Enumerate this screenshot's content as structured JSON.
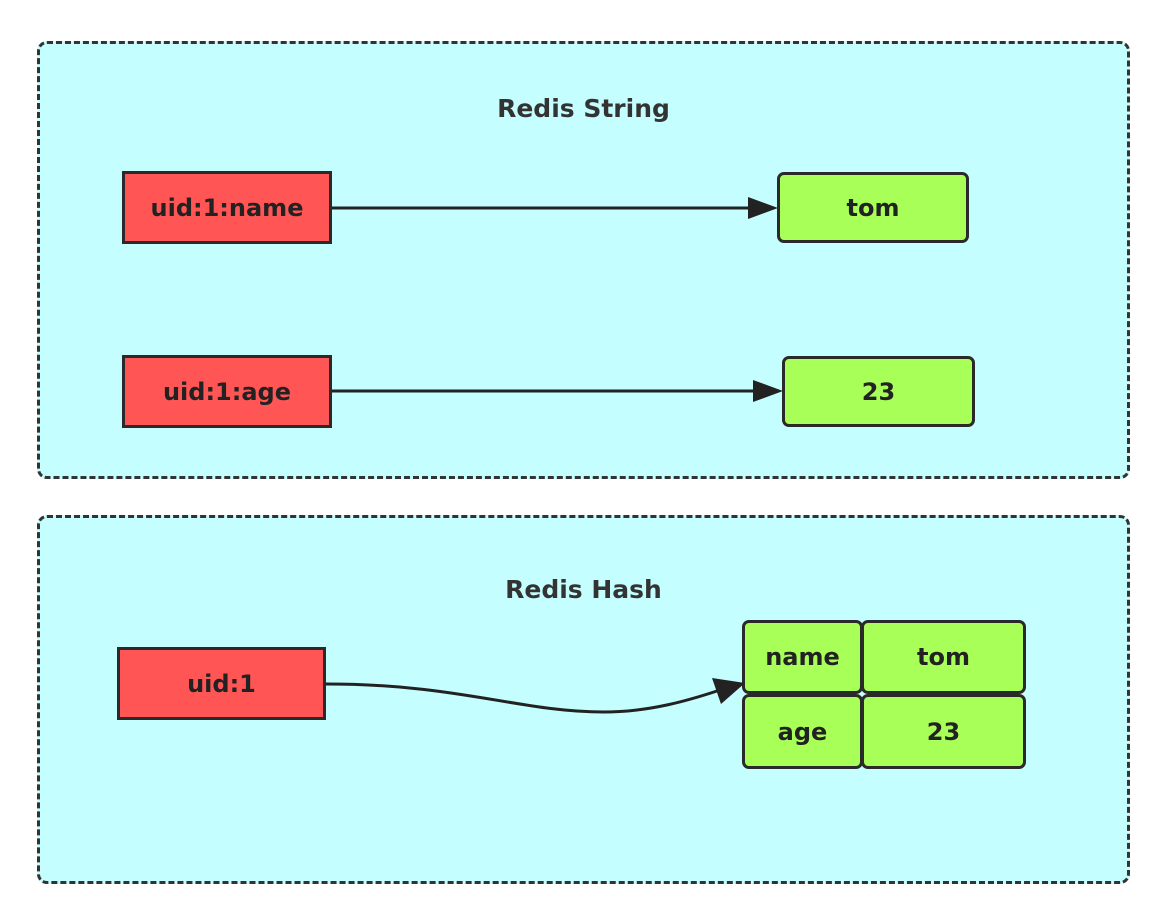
{
  "colors": {
    "panel_background": "#c4fefe",
    "key_fill": "#ff5555",
    "value_fill": "#a8ff58",
    "stroke": "#2a2a2a"
  },
  "string_section": {
    "title": "Redis String",
    "entries": [
      {
        "key": "uid:1:name",
        "value": "tom"
      },
      {
        "key": "uid:1:age",
        "value": "23"
      }
    ]
  },
  "hash_section": {
    "title": "Redis Hash",
    "key": "uid:1",
    "fields": [
      {
        "field": "name",
        "value": "tom"
      },
      {
        "field": "age",
        "value": "23"
      }
    ]
  }
}
